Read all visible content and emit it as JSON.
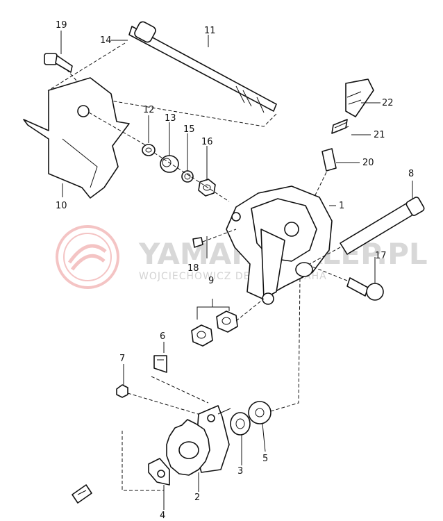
{
  "watermark": {
    "brand": "YAMAHASKLEP.PL",
    "subtitle": "WOJCIECHOWICZ DEALER YAMAHA"
  },
  "part_numbers": [
    "1",
    "2",
    "3",
    "4",
    "5",
    "6",
    "7",
    "8",
    "9",
    "10",
    "11",
    "12",
    "13",
    "14",
    "15",
    "16",
    "17",
    "18",
    "19",
    "20",
    "21",
    "22"
  ],
  "colors": {
    "ink": "#111111",
    "watermark": "#d8d8d8",
    "watermark_logo": "#e25a5a"
  }
}
